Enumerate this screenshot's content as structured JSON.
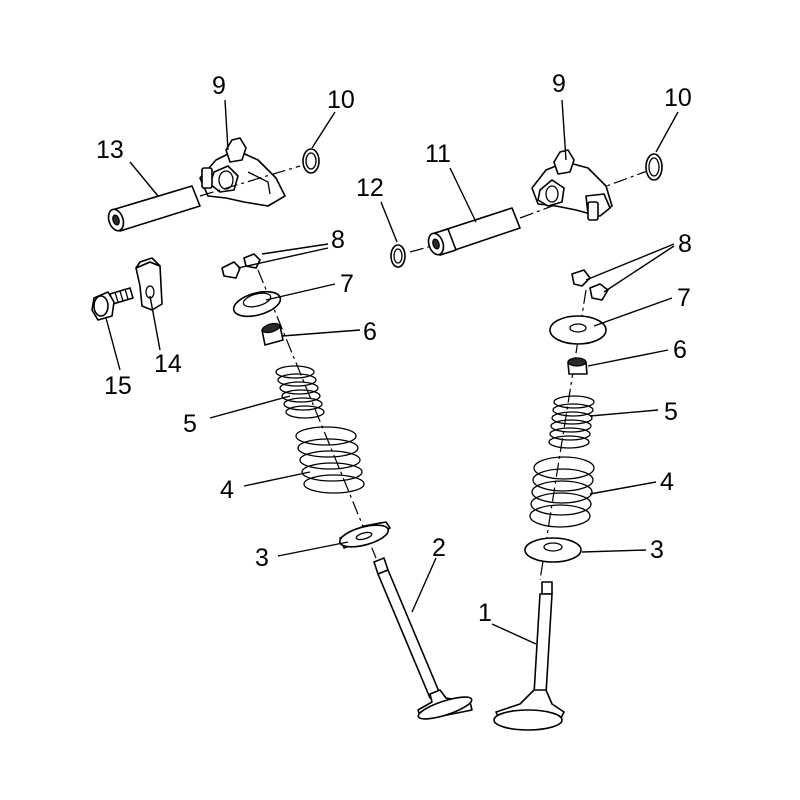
{
  "callouts": [
    {
      "id": "c1",
      "label": "1"
    },
    {
      "id": "c2",
      "label": "2"
    },
    {
      "id": "c3a",
      "label": "3"
    },
    {
      "id": "c3b",
      "label": "3"
    },
    {
      "id": "c4a",
      "label": "4"
    },
    {
      "id": "c4b",
      "label": "4"
    },
    {
      "id": "c5a",
      "label": "5"
    },
    {
      "id": "c5b",
      "label": "5"
    },
    {
      "id": "c6a",
      "label": "6"
    },
    {
      "id": "c6b",
      "label": "6"
    },
    {
      "id": "c7a",
      "label": "7"
    },
    {
      "id": "c7b",
      "label": "7"
    },
    {
      "id": "c8a",
      "label": "8"
    },
    {
      "id": "c8b",
      "label": "8"
    },
    {
      "id": "c9a",
      "label": "9"
    },
    {
      "id": "c9b",
      "label": "9"
    },
    {
      "id": "c10a",
      "label": "10"
    },
    {
      "id": "c10b",
      "label": "10"
    },
    {
      "id": "c11",
      "label": "11"
    },
    {
      "id": "c12",
      "label": "12"
    },
    {
      "id": "c13",
      "label": "13"
    },
    {
      "id": "c14",
      "label": "14"
    },
    {
      "id": "c15",
      "label": "15"
    }
  ]
}
